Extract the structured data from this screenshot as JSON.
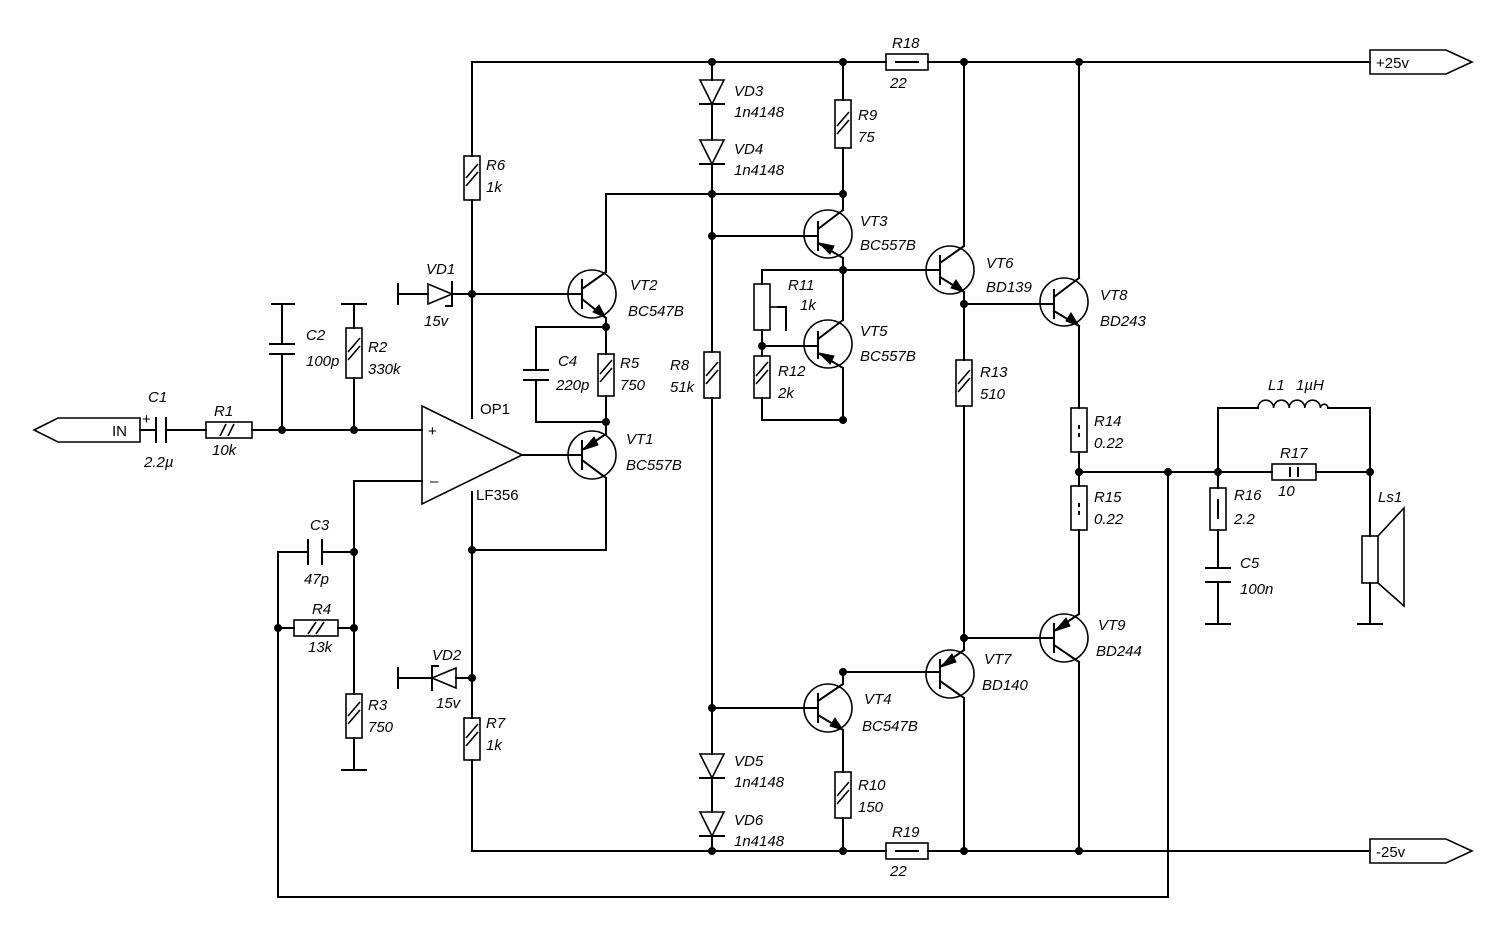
{
  "ports": {
    "input": "IN",
    "positive_rail": "+25v",
    "negative_rail": "-25v"
  },
  "components": {
    "C1": {
      "ref": "C1",
      "value": "2.2µ"
    },
    "C2": {
      "ref": "C2",
      "value": "100p"
    },
    "C3": {
      "ref": "C3",
      "value": "47p"
    },
    "C4": {
      "ref": "C4",
      "value": "220p"
    },
    "C5": {
      "ref": "C5",
      "value": "100n"
    },
    "R1": {
      "ref": "R1",
      "value": "10k"
    },
    "R2": {
      "ref": "R2",
      "value": "330k"
    },
    "R3": {
      "ref": "R3",
      "value": "750"
    },
    "R4": {
      "ref": "R4",
      "value": "13k"
    },
    "R5": {
      "ref": "R5",
      "value": "750"
    },
    "R6": {
      "ref": "R6",
      "value": "1k"
    },
    "R7": {
      "ref": "R7",
      "value": "1k"
    },
    "R8": {
      "ref": "R8",
      "value": "51k"
    },
    "R9": {
      "ref": "R9",
      "value": "75"
    },
    "R10": {
      "ref": "R10",
      "value": "150"
    },
    "R11": {
      "ref": "R11",
      "value": "1k"
    },
    "R12": {
      "ref": "R12",
      "value": "2k"
    },
    "R13": {
      "ref": "R13",
      "value": "510"
    },
    "R14": {
      "ref": "R14",
      "value": "0.22"
    },
    "R15": {
      "ref": "R15",
      "value": "0.22"
    },
    "R16": {
      "ref": "R16",
      "value": "2.2"
    },
    "R17": {
      "ref": "R17",
      "value": "10"
    },
    "R18": {
      "ref": "R18",
      "value": "22"
    },
    "R19": {
      "ref": "R19",
      "value": "22"
    },
    "L1": {
      "ref": "L1",
      "value": "1µH"
    },
    "VD1": {
      "ref": "VD1",
      "value": "15v"
    },
    "VD2": {
      "ref": "VD2",
      "value": "15v"
    },
    "VD3": {
      "ref": "VD3",
      "value": "1n4148"
    },
    "VD4": {
      "ref": "VD4",
      "value": "1n4148"
    },
    "VD5": {
      "ref": "VD5",
      "value": "1n4148"
    },
    "VD6": {
      "ref": "VD6",
      "value": "1n4148"
    },
    "VT1": {
      "ref": "VT1",
      "value": "BC557B"
    },
    "VT2": {
      "ref": "VT2",
      "value": "BC547B"
    },
    "VT3": {
      "ref": "VT3",
      "value": "BC557B"
    },
    "VT4": {
      "ref": "VT4",
      "value": "BC547B"
    },
    "VT5": {
      "ref": "VT5",
      "value": "BC557B"
    },
    "VT6": {
      "ref": "VT6",
      "value": "BD139"
    },
    "VT7": {
      "ref": "VT7",
      "value": "BD140"
    },
    "VT8": {
      "ref": "VT8",
      "value": "BD243"
    },
    "VT9": {
      "ref": "VT9",
      "value": "BD244"
    },
    "OP1": {
      "ref": "OP1",
      "value": "LF356"
    },
    "Ls1": {
      "ref": "Ls1"
    }
  },
  "opamp_pins": {
    "plus": "+",
    "minus": "–"
  },
  "c1_polarity": "+"
}
